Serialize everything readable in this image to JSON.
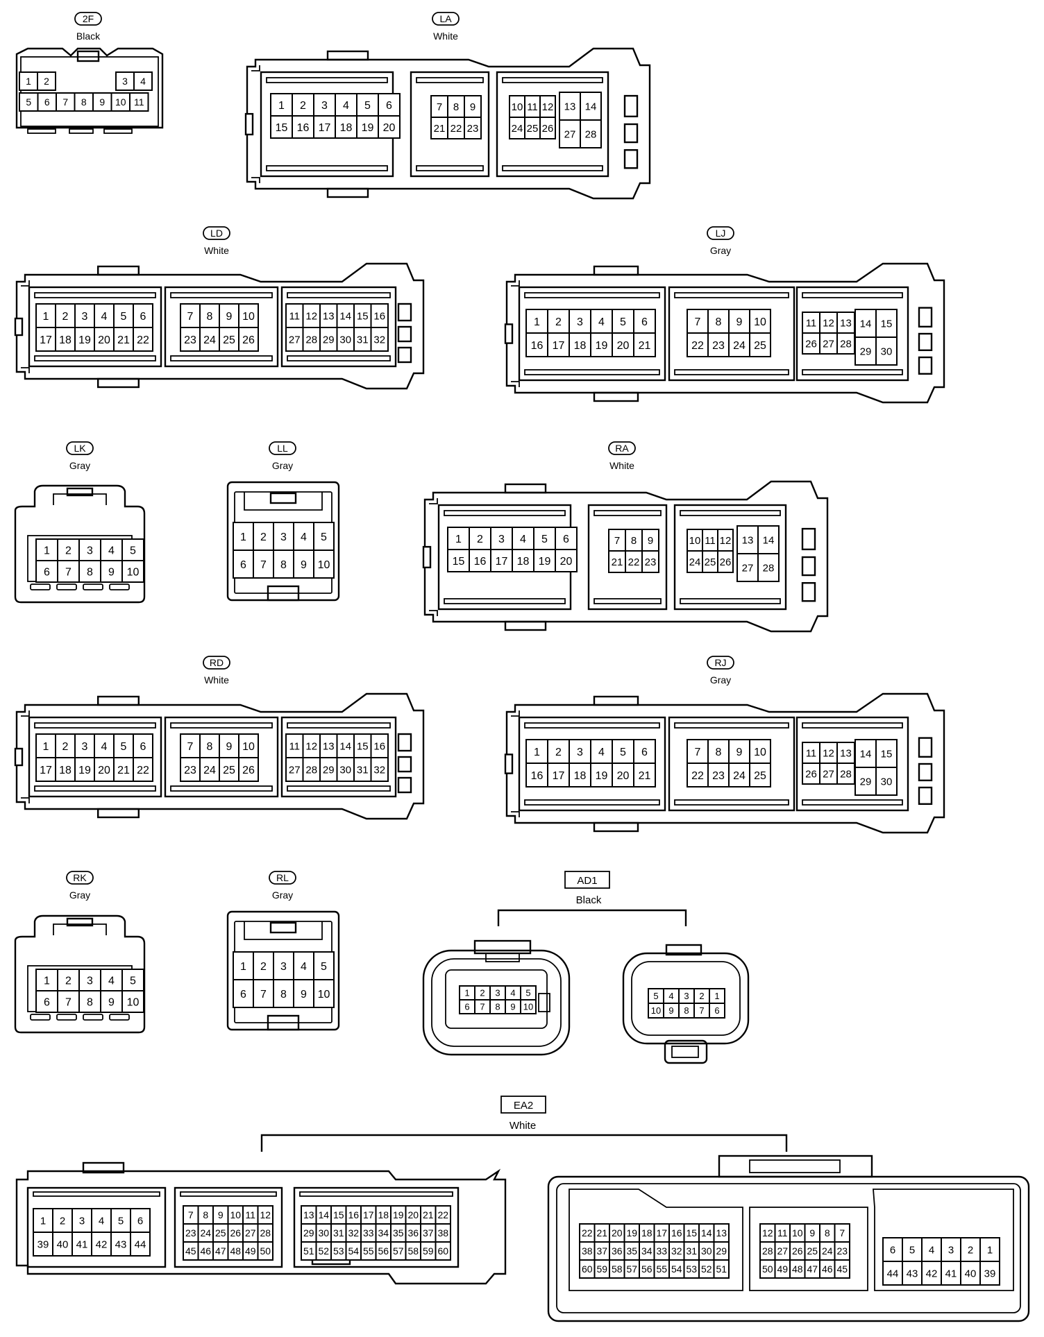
{
  "colors": {
    "ink": "#000000",
    "paper": "#ffffff"
  },
  "connectors": [
    {
      "id": "2F",
      "color": "Black",
      "label_style": "oval"
    },
    {
      "id": "LA",
      "color": "White",
      "label_style": "oval"
    },
    {
      "id": "LD",
      "color": "White",
      "label_style": "oval"
    },
    {
      "id": "LJ",
      "color": "Gray",
      "label_style": "oval"
    },
    {
      "id": "LK",
      "color": "Gray",
      "label_style": "oval"
    },
    {
      "id": "LL",
      "color": "Gray",
      "label_style": "oval"
    },
    {
      "id": "RA",
      "color": "White",
      "label_style": "oval"
    },
    {
      "id": "RD",
      "color": "White",
      "label_style": "oval"
    },
    {
      "id": "RJ",
      "color": "Gray",
      "label_style": "oval"
    },
    {
      "id": "RK",
      "color": "Gray",
      "label_style": "oval"
    },
    {
      "id": "RL",
      "color": "Gray",
      "label_style": "oval"
    },
    {
      "id": "AD1",
      "color": "Black",
      "label_style": "box"
    },
    {
      "id": "EA2",
      "color": "White",
      "label_style": "box"
    }
  ],
  "pins": {
    "c2F": [
      [
        "1",
        "2",
        "3",
        "4"
      ],
      [
        "5",
        "6",
        "7",
        "8",
        "9",
        "10",
        "11"
      ]
    ],
    "bigA": [
      [
        [
          "1",
          "2",
          "3",
          "4",
          "5",
          "6"
        ],
        [
          "15",
          "16",
          "17",
          "18",
          "19",
          "20"
        ]
      ],
      [
        [
          "7",
          "8",
          "9"
        ],
        [
          "21",
          "22",
          "23"
        ]
      ],
      [
        [
          "10",
          "11",
          "12",
          "13",
          "14"
        ],
        [
          "24",
          "25",
          "26",
          "27",
          "28"
        ]
      ]
    ],
    "bigD": [
      [
        [
          "1",
          "2",
          "3",
          "4",
          "5",
          "6"
        ],
        [
          "17",
          "18",
          "19",
          "20",
          "21",
          "22"
        ]
      ],
      [
        [
          "7",
          "8",
          "9",
          "10"
        ],
        [
          "23",
          "24",
          "25",
          "26"
        ]
      ],
      [
        [
          "11",
          "12",
          "13",
          "14",
          "15",
          "16"
        ],
        [
          "27",
          "28",
          "29",
          "30",
          "31",
          "32"
        ]
      ]
    ],
    "bigJ": [
      [
        [
          "1",
          "2",
          "3",
          "4",
          "5",
          "6"
        ],
        [
          "16",
          "17",
          "18",
          "19",
          "20",
          "21"
        ]
      ],
      [
        [
          "7",
          "8",
          "9",
          "10"
        ],
        [
          "22",
          "23",
          "24",
          "25"
        ]
      ],
      [
        [
          "11",
          "12",
          "13",
          "14",
          "15"
        ],
        [
          "26",
          "27",
          "28",
          "29",
          "30"
        ]
      ]
    ],
    "ten": [
      [
        "1",
        "2",
        "3",
        "4",
        "5"
      ],
      [
        "6",
        "7",
        "8",
        "9",
        "10"
      ]
    ],
    "ad1_left": [
      [
        "1",
        "2",
        "3",
        "4",
        "5"
      ],
      [
        "6",
        "7",
        "8",
        "9",
        "10"
      ]
    ],
    "ad1_right": [
      [
        "5",
        "4",
        "3",
        "2",
        "1"
      ],
      [
        "10",
        "9",
        "8",
        "7",
        "6"
      ]
    ],
    "ea2_left": [
      [
        [
          "1",
          "2",
          "3",
          "4",
          "5",
          "6"
        ],
        [
          "39",
          "40",
          "41",
          "42",
          "43",
          "44"
        ]
      ],
      [
        [
          "7",
          "8",
          "9",
          "10",
          "11",
          "12"
        ],
        [
          "23",
          "24",
          "25",
          "26",
          "27",
          "28"
        ],
        [
          "45",
          "46",
          "47",
          "48",
          "49",
          "50"
        ]
      ],
      [
        [
          "13",
          "14",
          "15",
          "16",
          "17",
          "18",
          "19",
          "20",
          "21",
          "22"
        ],
        [
          "29",
          "30",
          "31",
          "32",
          "33",
          "34",
          "35",
          "36",
          "37",
          "38"
        ],
        [
          "51",
          "52",
          "53",
          "54",
          "55",
          "56",
          "57",
          "58",
          "59",
          "60"
        ]
      ]
    ],
    "ea2_right": [
      [
        [
          "22",
          "21",
          "20",
          "19",
          "18",
          "17",
          "16",
          "15",
          "14",
          "13"
        ],
        [
          "38",
          "37",
          "36",
          "35",
          "34",
          "33",
          "32",
          "31",
          "30",
          "29"
        ],
        [
          "60",
          "59",
          "58",
          "57",
          "56",
          "55",
          "54",
          "53",
          "52",
          "51"
        ]
      ],
      [
        [
          "12",
          "11",
          "10",
          "9",
          "8",
          "7"
        ],
        [
          "28",
          "27",
          "26",
          "25",
          "24",
          "23"
        ],
        [
          "50",
          "49",
          "48",
          "47",
          "46",
          "45"
        ]
      ],
      [
        [
          "6",
          "5",
          "4",
          "3",
          "2",
          "1"
        ],
        [
          "44",
          "43",
          "42",
          "41",
          "40",
          "39"
        ]
      ]
    ]
  }
}
